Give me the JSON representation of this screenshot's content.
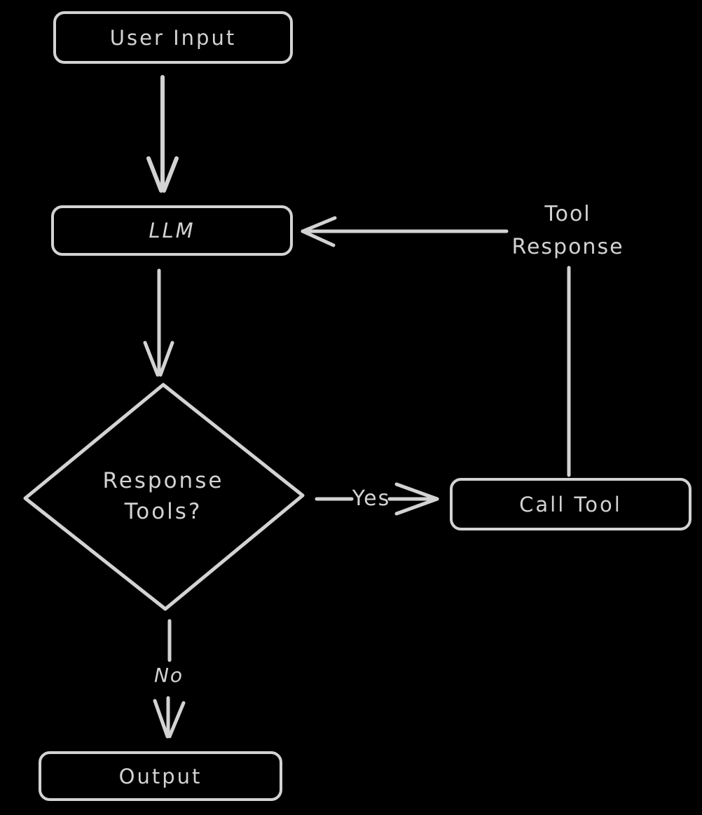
{
  "diagram": {
    "type": "flowchart",
    "colors": {
      "background": "#000000",
      "stroke": "#d3d3d3",
      "text": "#d3d3d3"
    },
    "nodes": {
      "user_input": {
        "label": "User Input",
        "shape": "rounded-rect"
      },
      "llm": {
        "label": "LLM",
        "shape": "rounded-rect"
      },
      "decision": {
        "label": "Response Tools?",
        "shape": "diamond"
      },
      "call_tool": {
        "label": "Call Tool",
        "shape": "rounded-rect"
      },
      "output": {
        "label": "Output",
        "shape": "rounded-rect"
      }
    },
    "edges": [
      {
        "from": "user_input",
        "to": "llm",
        "label": ""
      },
      {
        "from": "llm",
        "to": "decision",
        "label": ""
      },
      {
        "from": "decision",
        "to": "call_tool",
        "label": "Yes"
      },
      {
        "from": "decision",
        "to": "output",
        "label": "No"
      },
      {
        "from": "call_tool",
        "to": "llm",
        "label": "Tool Response"
      }
    ],
    "edge_labels": {
      "yes": "Yes",
      "no": "No",
      "tool_response": "Tool Response"
    }
  }
}
